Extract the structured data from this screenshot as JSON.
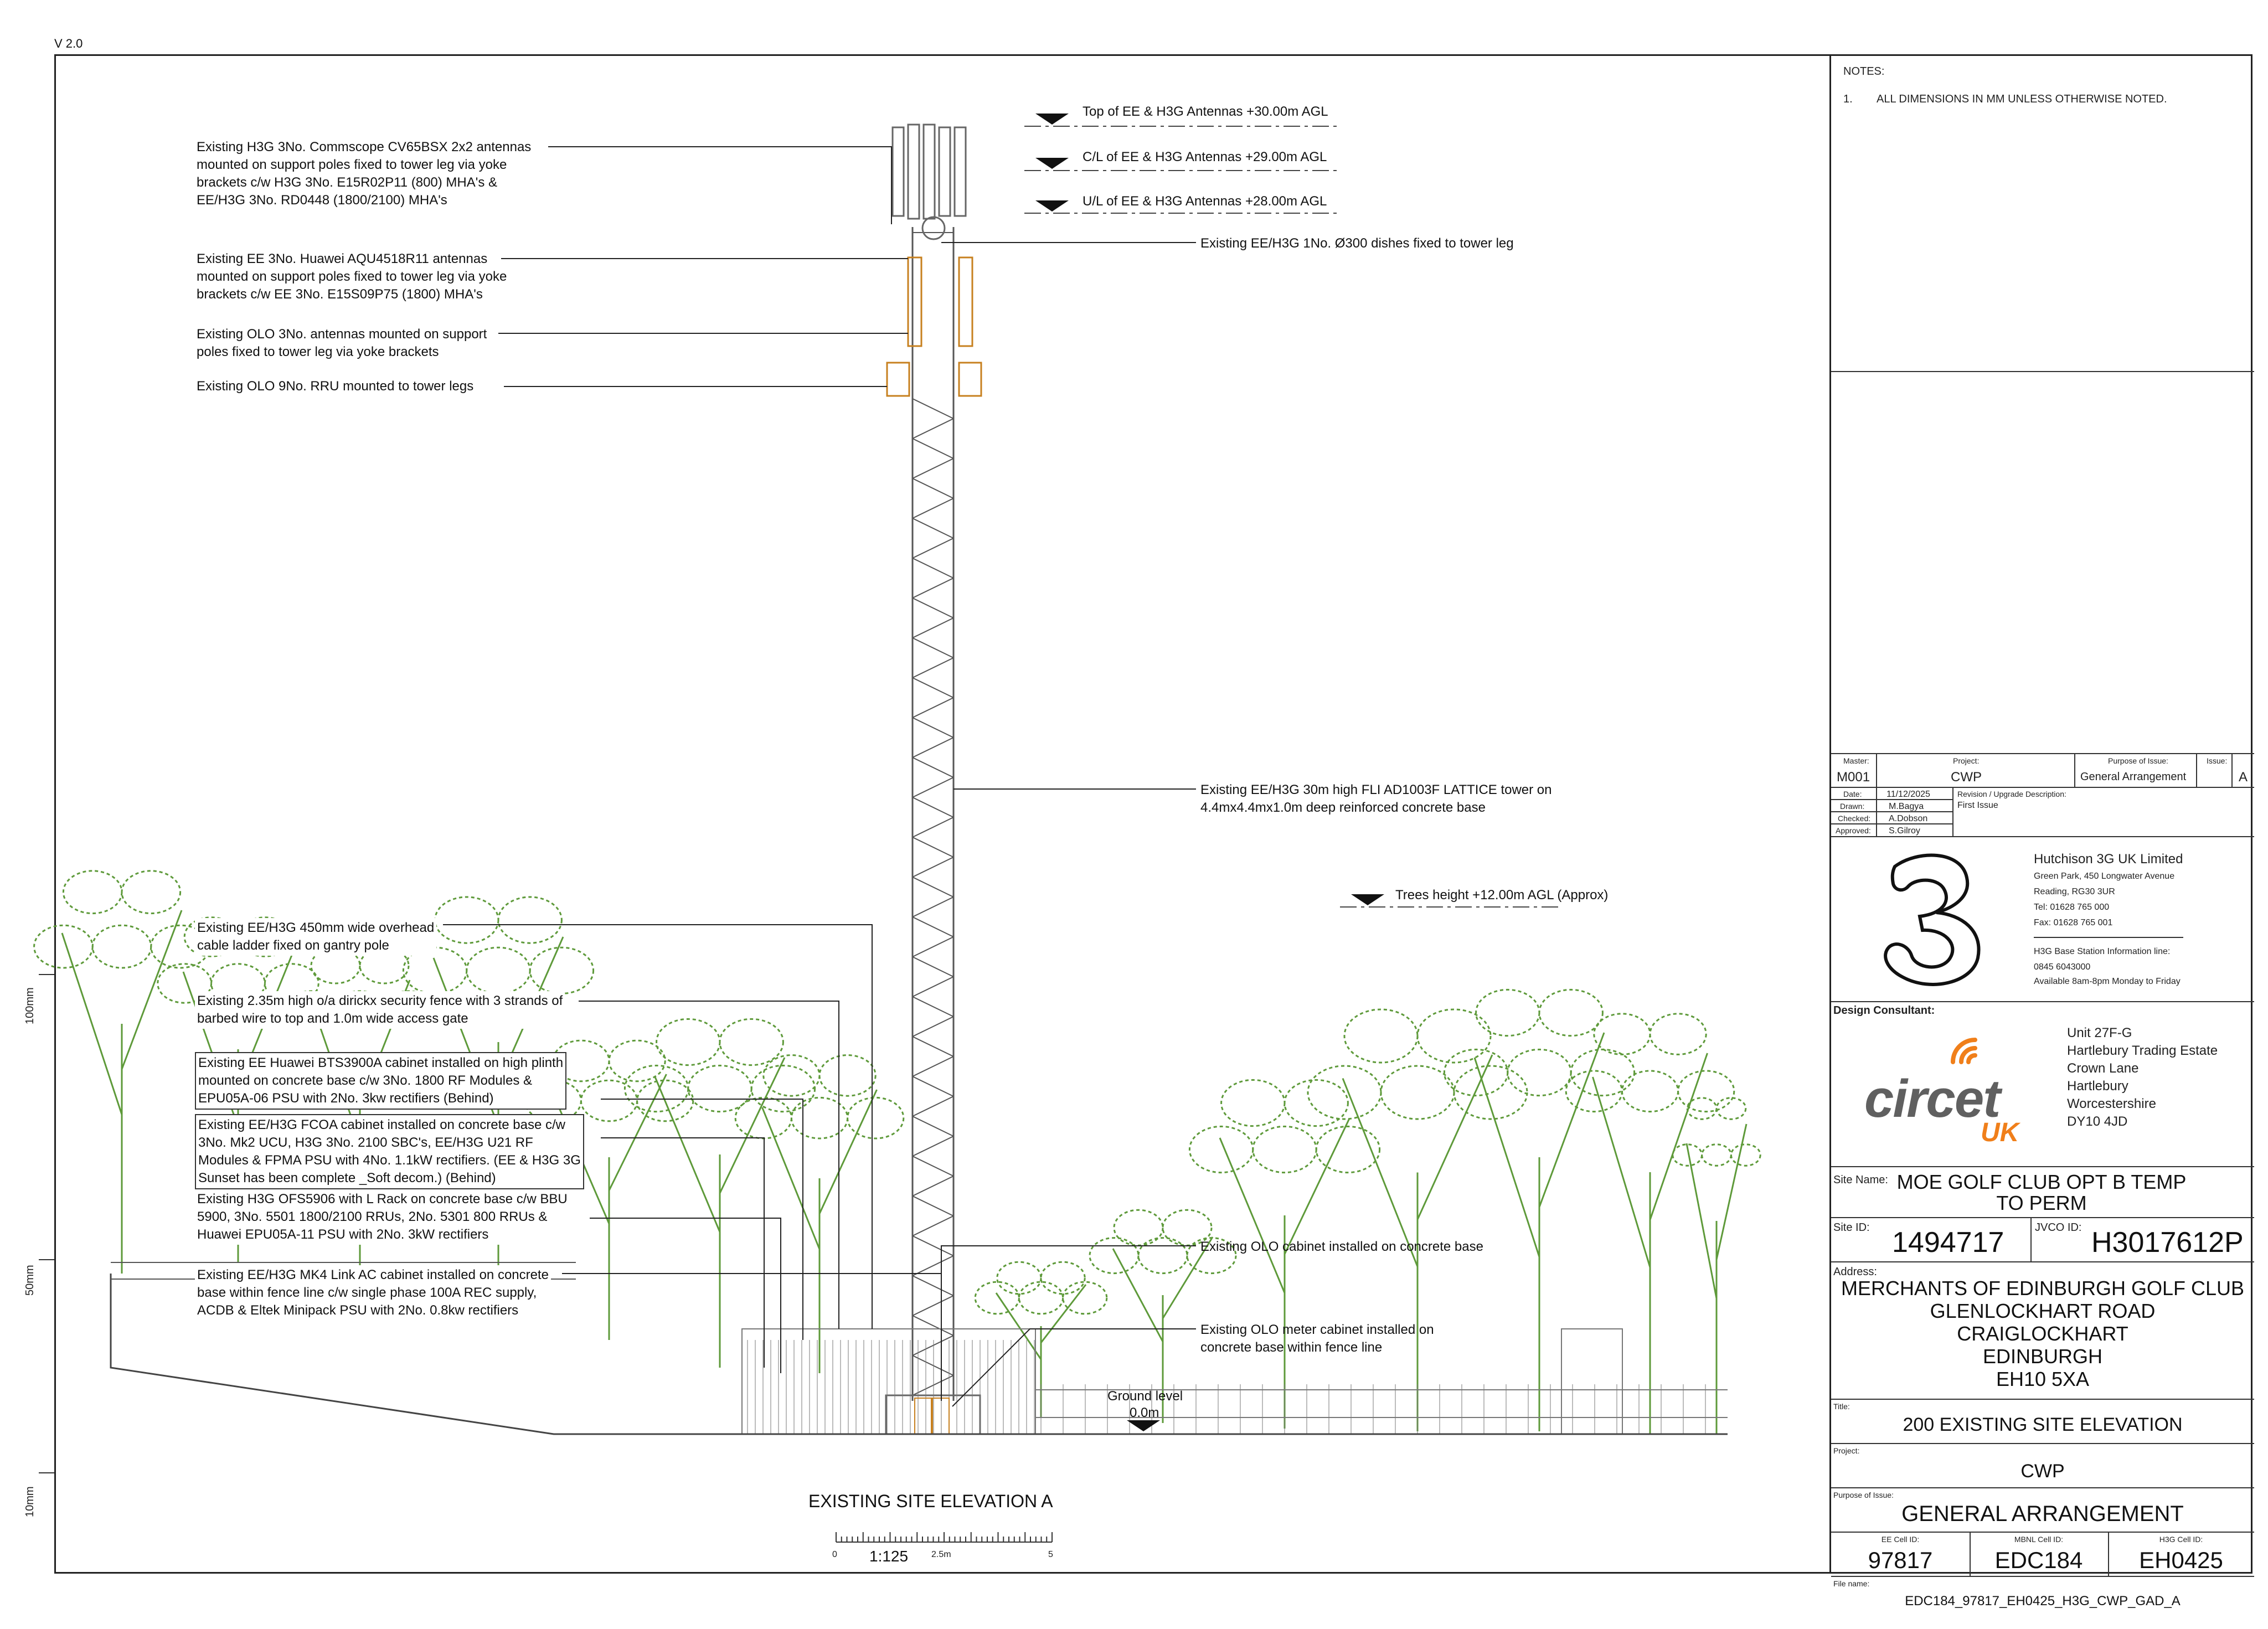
{
  "version": "V 2.0",
  "elevation": {
    "title": "EXISTING SITE ELEVATION A",
    "scale_ratio": "1:125",
    "scale_ticks": [
      "0",
      "2.5m",
      "5"
    ],
    "border_scale": [
      "100mm",
      "50mm",
      "10mm"
    ]
  },
  "levels": {
    "top": "Top of EE & H3G Antennas +30.00m AGL",
    "cl": "C/L of EE & H3G Antennas +29.00m AGL",
    "ul": "U/L of EE & H3G Antennas +28.00m AGL",
    "trees": "Trees height +12.00m AGL (Approx)",
    "ground_label": "Ground level",
    "ground_value": "0.0m"
  },
  "callouts": {
    "h3g_antennas": "Existing H3G 3No. Commscope CV65BSX 2x2 antennas\nmounted on  support poles fixed to tower leg via yoke\nbrackets c/w H3G 3No. E15R02P11 (800) MHA's &\nEE/H3G 3No. RD0448 (1800/2100) MHA's",
    "ee_antennas": "Existing EE 3No. Huawei AQU4518R11 antennas\nmounted on  support poles fixed to tower leg via yoke\nbrackets c/w EE 3No. E15S09P75 (1800) MHA's",
    "olo_antennas": "Existing OLO 3No. antennas mounted on support\npoles fixed to tower leg via yoke brackets",
    "olo_rru": "Existing OLO 9No. RRU mounted to tower legs",
    "dishes": "Existing EE/H3G 1No. Ø300 dishes fixed to tower leg",
    "tower": "Existing EE/H3G 30m high FLI AD1003F LATTICE tower on\n4.4mx4.4mx1.0m deep reinforced concrete base",
    "ladder": "Existing EE/H3G 450mm wide overhead\ncable ladder fixed on gantry pole",
    "fence": "Existing 2.35m high o/a dirickx security fence with 3 strands of\nbarbed wire to top and 1.0m wide access gate",
    "bts": "Existing EE Huawei BTS3900A cabinet installed on high plinth\nmounted on concrete base c/w 3No. 1800 RF Modules &\nEPU05A-06 PSU with 2No. 3kw rectifiers (Behind)",
    "fcoa": "Existing EE/H3G FCOA cabinet installed  on concrete base  c/w\n3No. Mk2 UCU, H3G 3No. 2100 SBC's, EE/H3G U21 RF\nModules & FPMA PSU with 4No. 1.1kW rectifiers. (EE & H3G 3G\nSunset has been complete _Soft decom.) (Behind)",
    "ofs": "Existing H3G OFS5906 with L Rack on concrete base c/w BBU\n5900, 3No. 5501 1800/2100 RRUs, 2No. 5301 800 RRUs &\nHuawei EPU05A-11 PSU with 2No. 3kW rectifiers",
    "mk4": "Existing EE/H3G MK4 Link AC cabinet installed on concrete\nbase within fence line c/w single phase 100A REC supply,\nACDB & Eltek Minipack PSU with 2No. 0.8kw rectifiers",
    "olo_cabinet": "Existing OLO cabinet installed on concrete base",
    "olo_meter": "Existing OLO meter cabinet installed on\nconcrete base within fence line"
  },
  "notes": {
    "heading": "NOTES:",
    "items": [
      {
        "num": "1.",
        "text": "ALL DIMENSIONS IN MM UNLESS OTHERWISE NOTED."
      }
    ]
  },
  "revision": {
    "master_label": "Master:",
    "master": "M001",
    "project_label": "Project:",
    "project": "CWP",
    "purpose_label": "Purpose of Issue:",
    "purpose": "General Arrangement",
    "issue_label": "Issue:",
    "issue": "A",
    "date_label": "Date:",
    "date": "11/12/2025",
    "drawn_label": "Drawn:",
    "drawn": "M.Bagya",
    "checked_label": "Checked:",
    "checked": "A.Dobson",
    "approved_label": "Approved:",
    "approved": "S.Gilroy",
    "desc_label": "Revision / Upgrade Description:",
    "desc": "First Issue"
  },
  "company": {
    "name": "Hutchison 3G UK Limited",
    "address": [
      "Green Park, 450 Longwater Avenue",
      "Reading, RG30 3UR",
      "Tel: 01628 765 000",
      "Fax: 01628 765 001"
    ],
    "base_station_title": "H3G Base Station Information line:",
    "base_station_phone": "0845 6043000",
    "base_station_hours": "Available 8am-8pm Monday to Friday"
  },
  "consultant": {
    "label": "Design Consultant:",
    "logo_word": "circet",
    "logo_sub": "UK",
    "address": [
      "Unit 27F-G",
      "Hartlebury Trading Estate",
      "Crown Lane",
      "Hartlebury",
      "Worcestershire",
      "DY10 4JD"
    ]
  },
  "site": {
    "name_label": "Site Name:",
    "name": "MOE GOLF CLUB OPT B TEMP\nTO PERM",
    "id_label": "Site ID:",
    "id": "1494717",
    "jvco_label": "JVCO ID:",
    "jvco": "H3017612P",
    "address_label": "Address:",
    "address": [
      "MERCHANTS OF EDINBURGH GOLF CLUB",
      "GLENLOCKHART ROAD",
      "CRAIGLOCKHART",
      "EDINBURGH",
      "EH10 5XA"
    ],
    "title_label": "Title:",
    "title": "200 EXISTING SITE ELEVATION",
    "project_label": "Project:",
    "project": "CWP",
    "purpose_label": "Purpose of Issue:",
    "purpose": "GENERAL ARRANGEMENT",
    "ee_label": "EE Cell ID:",
    "ee": "97817",
    "mbnl_label": "MBNL Cell ID:",
    "mbnl": "EDC184",
    "h3g_label": "H3G Cell ID:",
    "h3g": "EH0425",
    "file_label": "File name:",
    "file": "EDC184_97817_EH0425_H3G_CWP_GAD_A"
  },
  "colors": {
    "tree": "#5e9a3a",
    "equipment": "#c7801f",
    "line": "#222222"
  }
}
